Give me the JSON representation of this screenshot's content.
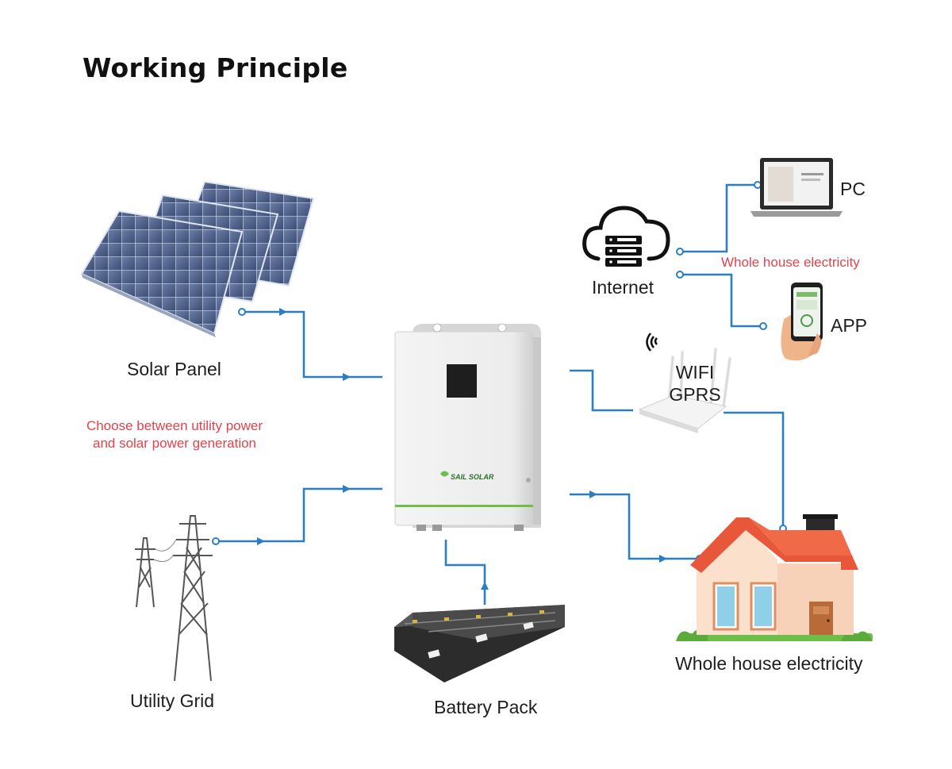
{
  "title": "Working Principle",
  "labels": {
    "solar_panel": "Solar Panel",
    "utility_grid": "Utility Grid",
    "battery_pack": "Battery Pack",
    "internet": "Internet",
    "pc": "PC",
    "app": "APP",
    "wifi_line1": "WIFI",
    "wifi_line2": "GPRS",
    "house": "Whole house electricity",
    "brand": "SAIL SOLAR"
  },
  "notes": {
    "choose_line1": "Choose between utility power",
    "choose_line2": "and solar power generation",
    "whole_house_red": "Whole house electricity"
  },
  "colors": {
    "line": "#2b7ec1",
    "note": "#e0434c",
    "inverter_accent": "#6cc04a",
    "roof": "#e8573a",
    "wall": "#f8d2b8"
  },
  "icons": [
    "solar-panel-icon",
    "power-tower-icon",
    "battery-pack-icon",
    "inverter-icon",
    "cloud-server-icon",
    "laptop-icon",
    "phone-hand-icon",
    "router-icon",
    "house-icon"
  ]
}
